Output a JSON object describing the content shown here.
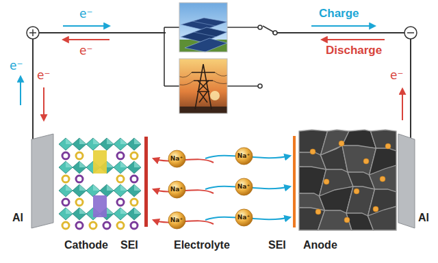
{
  "diagram": {
    "nodes": [
      {
        "text": [
          "Al"
        ]
      },
      {
        "text": [
          "Cathode"
        ]
      },
      {
        "text": [
          "SEI"
        ]
      },
      {
        "text": [
          "Na⁺"
        ]
      },
      {
        "text": [
          "Na⁺"
        ]
      },
      {
        "text": [
          "Na⁺"
        ]
      },
      {
        "text": [
          "Na⁺"
        ]
      },
      {
        "text": [
          "Na⁺"
        ]
      },
      {
        "text": [
          "Na⁺"
        ]
      },
      {
        "text": [
          "SEI"
        ]
      },
      {
        "text": [
          "Anode"
        ]
      },
      {
        "text": [
          "Al"
        ]
      }
    ],
    "edges": [
      {
        "from": 0,
        "to": 11,
        "arrow": "none"
      }
    ],
    "labels": [
      "e⁻",
      "e⁻",
      "Charge",
      "Discharge",
      "e⁻",
      "e⁻",
      "e⁻",
      "Electrolyte"
    ]
  }
}
